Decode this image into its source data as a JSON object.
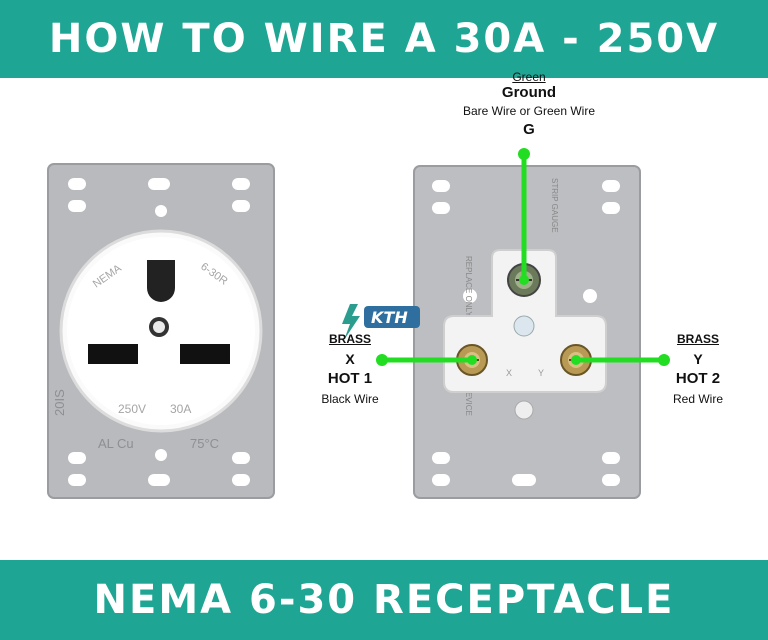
{
  "header": {
    "title": "HOW TO WIRE A 30A - 250V"
  },
  "footer": {
    "title": "NEMA 6-30 RECEPTACLE"
  },
  "front_face": {
    "brand": "NEMA",
    "rating_code": "6-30R",
    "voltage": "250V",
    "amperage": "30A",
    "conductor": "AL Cu",
    "temperature": "75°C",
    "side_text": "20IS"
  },
  "ground": {
    "color": "Green",
    "title": "Ground",
    "description": "Bare Wire or Green Wire",
    "terminal": "G"
  },
  "hot1": {
    "metal": "BRASS",
    "terminal": "X",
    "title": "HOT 1",
    "wire": "Black Wire"
  },
  "hot2": {
    "metal": "BRASS",
    "terminal": "Y",
    "title": "HOT 2",
    "wire": "Red Wire"
  },
  "back_text": {
    "strip_gauge": "STRIP GAUGE",
    "replace_note": "REPLACE ONLY WITH AL-Cu 75°C DEVICE"
  },
  "logo": {
    "text": "KTH"
  },
  "colors": {
    "banner": "#1fa593",
    "wire": "#22dd22",
    "plate": "#b8babd",
    "face": "#ffffff"
  }
}
